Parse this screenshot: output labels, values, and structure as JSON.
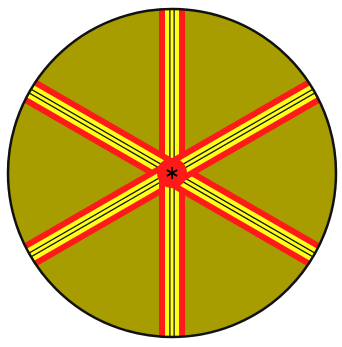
{
  "diagram": {
    "spoke_count": 6,
    "spoke_angles_deg": [
      90,
      150,
      210,
      270,
      330,
      30
    ],
    "colors": {
      "background": "#ffffff",
      "disc_fill": "#a79c00",
      "disc_outline": "#111111",
      "spoke_outer": "#ff1a1a",
      "spoke_inner": "#ffff1a",
      "spoke_core_line": "#111111",
      "hub_center": "#000000"
    }
  }
}
